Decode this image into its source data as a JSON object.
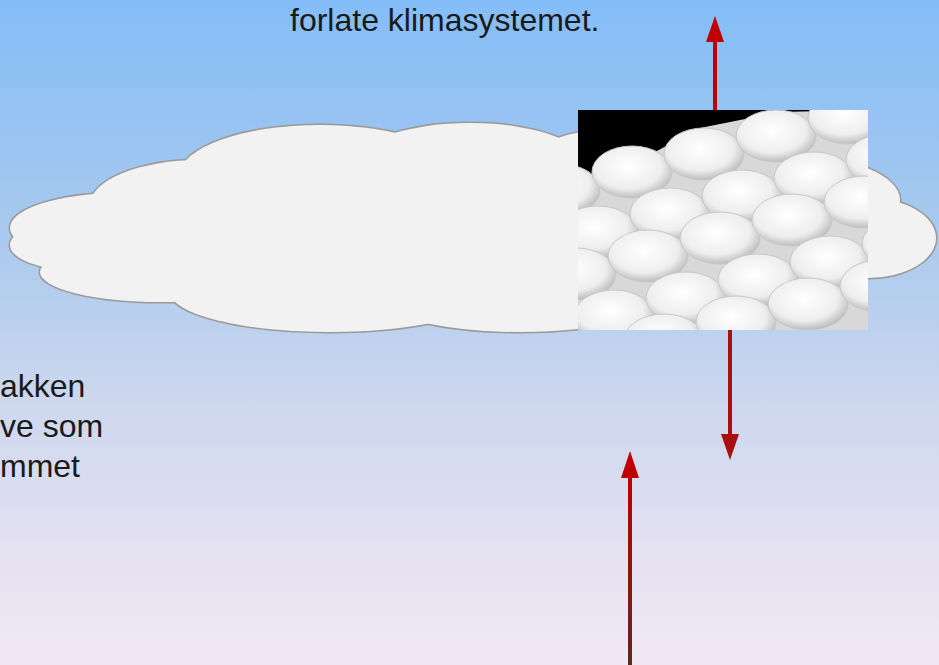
{
  "diagram": {
    "labels": [
      "forlate klimasystemet.",
      "akken",
      "ve som",
      "mmet"
    ]
  }
}
